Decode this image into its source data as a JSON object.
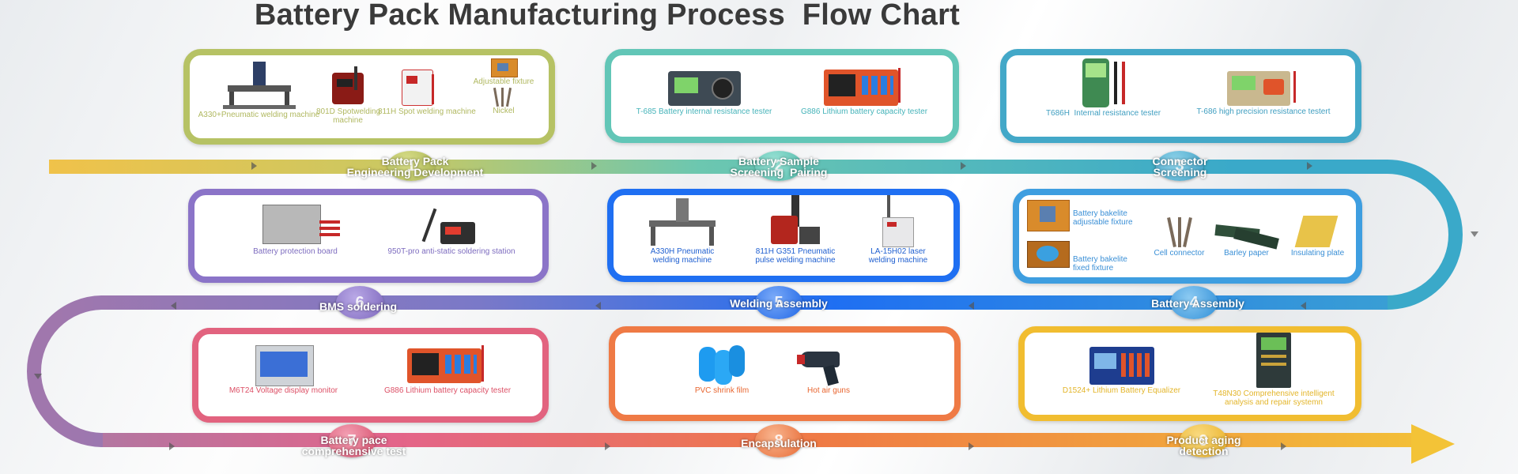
{
  "title": "Battery Pack Manufacturing Process  Flow Chart",
  "colors": {
    "step1": "#b6c264",
    "step2": "#62c6b7",
    "step3": "#43a8c8",
    "step4": "#3e9ee0",
    "step5": "#1f6ff2",
    "step6": "#8b74c8",
    "step7": "#e2637f",
    "step8": "#ef7a45",
    "step9": "#f1bd30"
  },
  "steps": [
    {
      "number": "1",
      "label": "Battery Pack\nEngineering Development"
    },
    {
      "number": "2",
      "label": "Battery Sample\nScreening  Pairing"
    },
    {
      "number": "3",
      "label": "Connector\nScreening"
    },
    {
      "number": "4",
      "label": "Battery Assembly"
    },
    {
      "number": "5",
      "label": "Welding Assembly"
    },
    {
      "number": "6",
      "label": "BMS soldering"
    },
    {
      "number": "7",
      "label": "Battery pace\ncomprehensive test"
    },
    {
      "number": "8",
      "label": "Encapsulation"
    },
    {
      "number": "9",
      "label": "Product aging\ndetection"
    }
  ],
  "boxes": {
    "box1": {
      "items": [
        "A330+Pneumatic welding machine",
        "801D Spotwelding\nmachine",
        "811H Spot welding machine",
        "Adjustable fixture",
        "Nickel"
      ]
    },
    "box2": {
      "items": [
        "T-685 Battery internal resistance tester",
        "G886 Lithium battery capacity tester"
      ]
    },
    "box3": {
      "items": [
        "T686H  Internal resistance tester",
        "T-686 high precision resistance testert"
      ]
    },
    "box4": {
      "items": [
        "Battery bakelite\nadjustable fixture",
        "Battery bakelite\nfixed fixture",
        "Cell connector",
        "Barley paper",
        "Insulating plate"
      ]
    },
    "box5": {
      "items": [
        "A330H Pneumatic\nwelding machine",
        "811H G351 Pneumatic\npulse welding machine",
        "LA-15H02 laser\nwelding machine"
      ]
    },
    "box6": {
      "items": [
        "Battery protection board",
        "950T-pro anti-static soldering station"
      ]
    },
    "box7": {
      "items": [
        "M6T24 Voltage display monitor",
        "G886 Lithium battery capacity tester"
      ]
    },
    "box8": {
      "items": [
        "PVC shrink film",
        "Hot air guns"
      ]
    },
    "box9": {
      "items": [
        "D1524+ Lithium Battery Equalizer",
        "T48N30 Comprehensive intelligent\nanalysis and repair systemn"
      ]
    }
  }
}
